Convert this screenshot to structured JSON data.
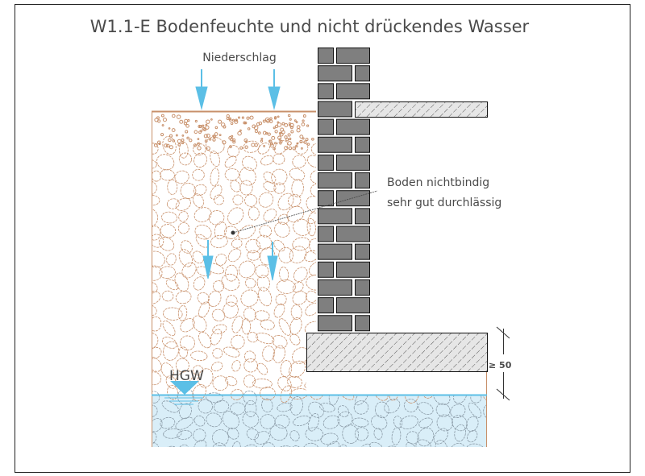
{
  "title": "W1.1-E Bodenfeuchte und nicht drückendes Wasser",
  "labels": {
    "precipitation": "Niederschlag",
    "soil_line1": "Boden nichtbindig",
    "soil_line2": "sehr gut durchlässig",
    "groundwater": "HGW",
    "dimension": "≥ 50"
  },
  "colors": {
    "soil_outline": "#c8906a",
    "water_fill": "#d9eef8",
    "water_line": "#5bbfe6",
    "arrow": "#5bbfe6",
    "brick": "#7f7f7f",
    "concrete": "#e6e6e6",
    "text": "#4a4a4a"
  }
}
